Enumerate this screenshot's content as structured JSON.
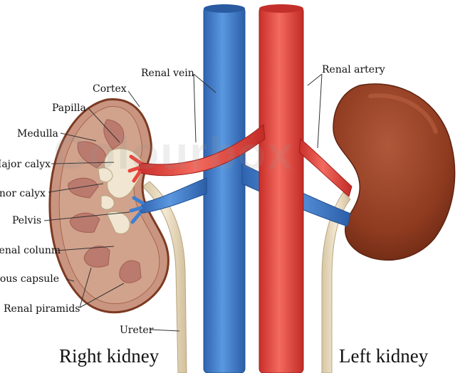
{
  "labels": {
    "renal_vein": "Renal vein",
    "renal_artery": "Renal artery",
    "cortex": "Cortex",
    "papilla": "Papilla",
    "medulla": "Medulla",
    "major_calyx": "Major calyx",
    "minor_calyx": "Minor calyx",
    "pelvis": "Pelvis",
    "renal_column": "Renal colunm",
    "fibrous_capsule": "Fibrous capsule",
    "renal_piramids": "Renal piramids",
    "ureter": "Ureter"
  },
  "titles": {
    "right_kidney": "Right kidney",
    "left_kidney": "Left kidney"
  },
  "watermark": "Colourbox",
  "colors": {
    "vein": "#3f7fd0",
    "artery": "#e8453c",
    "kidney_outer": "#8b3a1f",
    "kidney_cut": "#c9957f",
    "ureter": "#e9dcc0"
  }
}
